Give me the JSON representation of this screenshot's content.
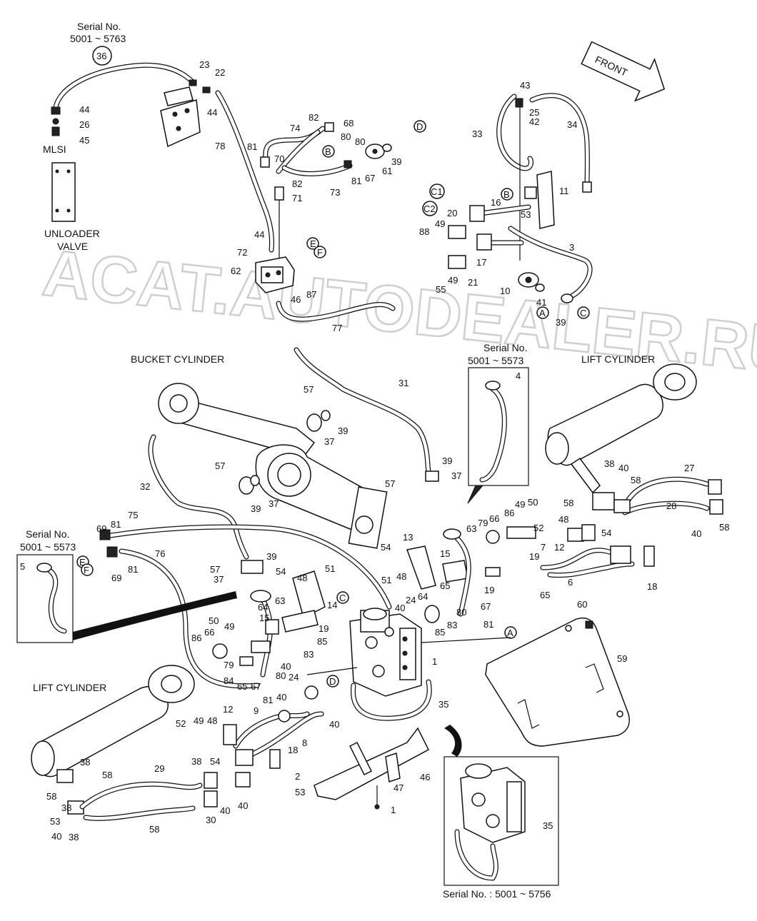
{
  "watermark": "ACAT.AUTODEALER.RU",
  "serials": {
    "top_left": [
      "Serial No.",
      "5001 ~ 5763"
    ],
    "mid_box": [
      "Serial No.",
      "5001 ~ 5573"
    ],
    "left_box": [
      "Serial No.",
      "5001 ~ 5573"
    ],
    "bottom_box": "Serial No. : 5001 ~ 5756"
  },
  "captions": {
    "mlsi": "MLSI",
    "unloader": [
      "UNLOADER",
      "VALVE"
    ],
    "bucket_cylinder": "BUCKET CYLINDER",
    "lift_cylinder_right": "LIFT CYLINDER",
    "lift_cylinder_left": "LIFT CYLINDER",
    "front": "FRONT"
  },
  "circle_refs": {
    "c36": "36",
    "A": "A",
    "B": "B",
    "C": "C",
    "D": "D",
    "E": "E",
    "F": "F",
    "C1": "C1",
    "C2": "C2"
  },
  "callouts": [
    "23",
    "22",
    "44",
    "44",
    "26",
    "45",
    "78",
    "82",
    "68",
    "74",
    "80",
    "B",
    "80",
    "81",
    "70",
    "39",
    "67",
    "61",
    "82",
    "71",
    "81",
    "73",
    "44",
    "72",
    "62",
    "46",
    "87",
    "77",
    "43",
    "25",
    "42",
    "33",
    "34",
    "11",
    "16",
    "53",
    "20",
    "49",
    "88",
    "17",
    "49",
    "55",
    "21",
    "10",
    "41",
    "3",
    "39",
    "31",
    "57",
    "39",
    "37",
    "4",
    "27",
    "32",
    "57",
    "39",
    "37",
    "57",
    "39",
    "37",
    "58",
    "40",
    "38",
    "28",
    "40",
    "58",
    "54",
    "13",
    "63",
    "79",
    "66",
    "86",
    "49",
    "50",
    "48",
    "58",
    "54",
    "52",
    "12",
    "19",
    "7",
    "6",
    "18",
    "15",
    "48",
    "51",
    "65",
    "19",
    "64",
    "65",
    "40",
    "24",
    "67",
    "81",
    "85",
    "83",
    "80",
    "60",
    "59",
    "75",
    "69",
    "81",
    "76",
    "69",
    "81",
    "39",
    "57",
    "37",
    "5",
    "54",
    "48",
    "51",
    "14",
    "19",
    "15",
    "64",
    "63",
    "50",
    "49",
    "66",
    "86",
    "79",
    "84",
    "65",
    "80",
    "40",
    "67",
    "81",
    "83",
    "24",
    "85",
    "1",
    "35",
    "9",
    "8",
    "40",
    "40",
    "52",
    "49",
    "48",
    "12",
    "54",
    "18",
    "38",
    "29",
    "38",
    "40",
    "58",
    "58",
    "40",
    "38",
    "30",
    "58",
    "40",
    "38",
    "53",
    "2",
    "53",
    "46",
    "47",
    "1",
    "35"
  ]
}
